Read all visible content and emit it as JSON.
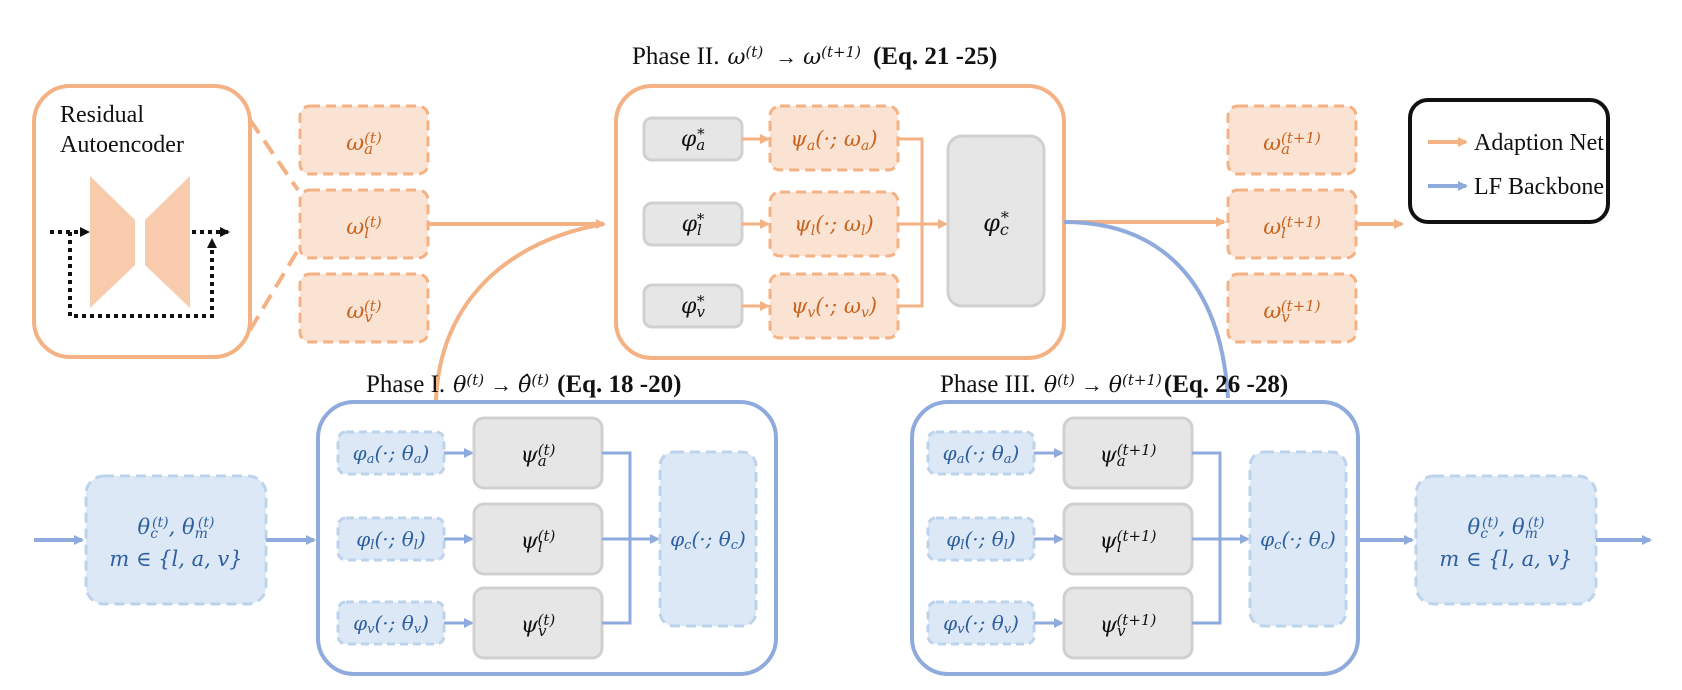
{
  "colors": {
    "adaption_accent": "#f4b183",
    "adaption_fill": "#fbe3d3",
    "adaption_text": "#c8641f",
    "backbone_accent": "#8faadc",
    "backbone_fill": "#dce8f6",
    "backbone_text": "#2e5f9e",
    "module_fill": "#e6e6e6"
  },
  "titles": {
    "phase2": "Phase II.",
    "phase2_eq": "(Eq. 21 -25)",
    "phase1": "Phase I.",
    "phase1_eq": "(Eq. 18 -20)",
    "phase3": "Phase III.",
    "phase3_eq": "(Eq. 26 -28)"
  },
  "autoencoder": {
    "line1": "Residual",
    "line2": "Autoencoder"
  },
  "legend": {
    "adaption": "Adaption Net",
    "backbone": "LF Backbone"
  },
  "math": {
    "omega_t": [
      "ω_a^(t)",
      "ω_l^(t)",
      "ω_v^(t)"
    ],
    "omega_t1": [
      "ω_a^(t+1)",
      "ω_l^(t+1)",
      "ω_v^(t+1)"
    ],
    "phi_star": [
      "φ_a^*",
      "φ_l^*",
      "φ_v^*",
      "φ_c^*"
    ],
    "psi_omega": [
      "ψ_a(·; ω_a)",
      "ψ_l(·; ω_l)",
      "ψ_v(·; ω_v)"
    ],
    "phi_theta": [
      "φ_a(·; θ_a)",
      "φ_l(·; θ_l)",
      "φ_v(·; θ_v)",
      "φ_c(·; θ_c)"
    ],
    "psi_t": [
      "ψ_a^(t)",
      "ψ_l^(t)",
      "ψ_v^(t)"
    ],
    "psi_t1": [
      "ψ_a^(t+1)",
      "ψ_l^(t+1)",
      "ψ_v^(t+1)"
    ],
    "params": [
      "θ_c^(t), θ_m^(t)",
      "m ∈ {l, a, v}"
    ]
  }
}
